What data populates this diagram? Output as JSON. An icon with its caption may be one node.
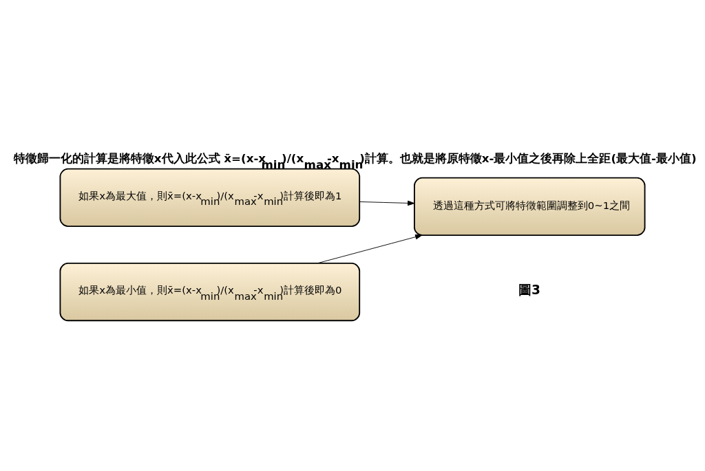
{
  "diagram": {
    "title": "特徵歸一化的計算是將特徵x代入此公式 x̄=(x-x$_{min}$)/(x$_{max}$-x$_{min}$)計算。也就是將原特徵x-最小值之後再除上全距(最大值-最小值)",
    "caption": "圖3",
    "nodes": [
      {
        "text": [
          "如果x為最大值，則x̄=(x-x$_{min}$)/(x$_{max}$-x$_{min}$)計算後即為1"
        ]
      },
      {
        "text": [
          "如果x為最小值，則x̄=(x-x$_{min}$)/(x$_{max}$-x$_{min}$)計算後即為0"
        ]
      },
      {
        "text": [
          "透過這種方式可將特徵範圍調整到0~1之間"
        ]
      }
    ],
    "edges": [
      {
        "from": 0,
        "to": 2,
        "arrow": "to"
      },
      {
        "from": 1,
        "to": 2,
        "arrow": "to"
      }
    ]
  }
}
